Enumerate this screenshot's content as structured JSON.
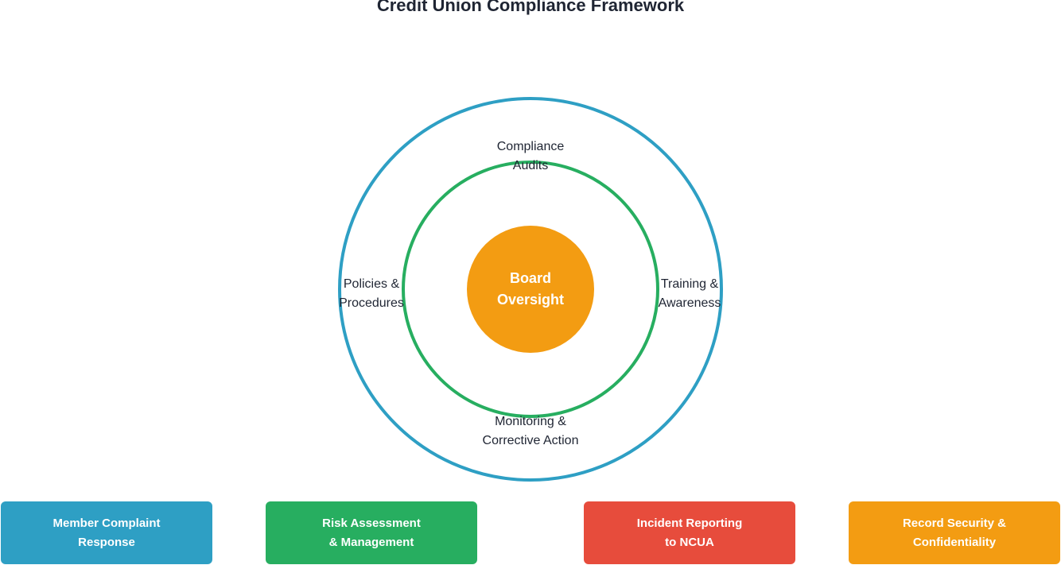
{
  "title": "Credit Union Compliance Framework",
  "core": {
    "line1": "Board",
    "line2": "Oversight",
    "color": "#f39c12"
  },
  "rings": {
    "inner_color": "#27ae60",
    "outer_color": "#2e9fc4"
  },
  "ring_labels": {
    "top": [
      "Compliance",
      "Audits"
    ],
    "left": [
      "Policies &",
      "Procedures"
    ],
    "right": [
      "Training &",
      "Awareness"
    ],
    "bottom": [
      "Monitoring &",
      "Corrective Action"
    ]
  },
  "cards": [
    {
      "line1": "Member Complaint",
      "line2": "Response",
      "color": "#2e9fc4"
    },
    {
      "line1": "Risk Assessment",
      "line2": "& Management",
      "color": "#27ae60"
    },
    {
      "line1": "Incident Reporting",
      "line2": "to NCUA",
      "color": "#e74c3c"
    },
    {
      "line1": "Record Security &",
      "line2": "Confidentiality",
      "color": "#f39c12"
    }
  ]
}
